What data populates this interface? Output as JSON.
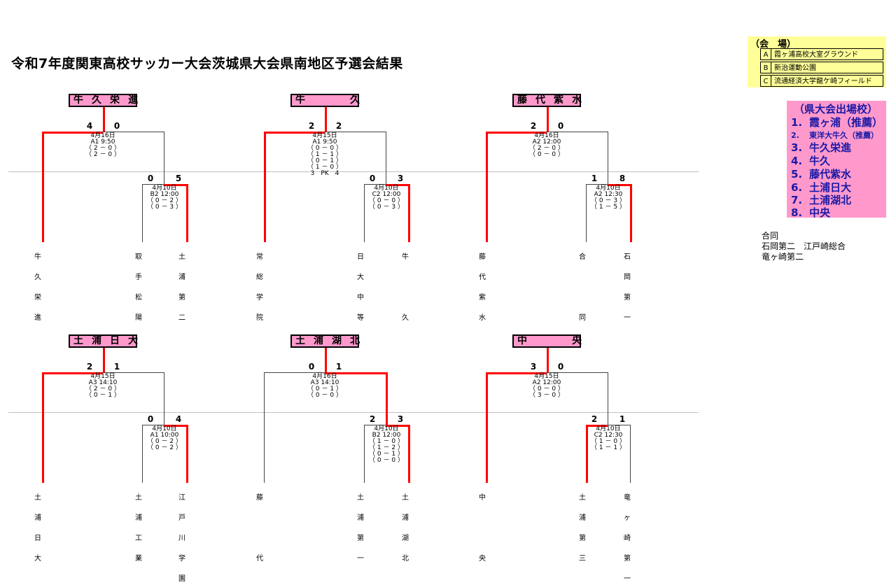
{
  "title": "令和7年度関東高校サッカー大会茨城県大会県南地区予選会結果",
  "venues": {
    "heading": "（会　場）",
    "rows": [
      {
        "code": "A",
        "name": "霞ヶ浦高校大室グラウンド"
      },
      {
        "code": "B",
        "name": "新治運動公園"
      },
      {
        "code": "C",
        "name": "流通経済大学龍ケ崎フィールド"
      }
    ]
  },
  "qualifiers": {
    "heading": "（県大会出場校）",
    "rows": [
      {
        "num": "1.",
        "name": "霞ヶ浦（推薦）"
      },
      {
        "num": "2.",
        "name": "東洋大牛久（推薦）"
      },
      {
        "num": "3.",
        "name": "牛久栄進"
      },
      {
        "num": "4.",
        "name": "牛久"
      },
      {
        "num": "5.",
        "name": "藤代紫水"
      },
      {
        "num": "6.",
        "name": "土浦日大"
      },
      {
        "num": "7.",
        "name": "土浦湖北"
      },
      {
        "num": "8.",
        "name": "中央"
      }
    ]
  },
  "joint_note": "合同\n石岡第二　江戸崎総合\n竜ヶ崎第二",
  "brackets": [
    {
      "winner": "牛久栄進",
      "final": {
        "left_score": "4",
        "right_score": "0",
        "info": "4月16日\nA1 9:50\n（ 2 － 0 ）\n（ 2 － 0 ）"
      },
      "semi": {
        "left_score": "0",
        "right_score": "5",
        "info": "4月10日\nB2 12:00\n（ 0 － 2 ）\n（ 0 － 3 ）"
      },
      "teams": [
        "牛久栄進",
        "取手松陽",
        "土浦第二"
      ]
    },
    {
      "winner": "牛　　久",
      "final": {
        "left_score": "2",
        "right_score": "2",
        "info": "4月15日\nA1 9:50\n（ 0 － 0 ）\n（ 1 － 1 ）\n（ 0 － 1 ）\n（ 1 － 0 ）\n3　PK　4"
      },
      "semi": {
        "left_score": "0",
        "right_score": "3",
        "info": "4月10日\nC2 12:00\n（ 0 － 0 ）\n（ 0 － 3 ）"
      },
      "teams": [
        "常総学院",
        "日大中等",
        "牛　　久"
      ]
    },
    {
      "winner": "藤代紫水",
      "final": {
        "left_score": "2",
        "right_score": "0",
        "info": "4月16日\nA2 12:00\n（ 2 － 0 ）\n（ 0 － 0 ）"
      },
      "semi": {
        "left_score": "1",
        "right_score": "8",
        "info": "4月10日\nA2 12:30\n（ 0 － 3 ）\n（ 1 － 5 ）"
      },
      "teams": [
        "藤代紫水",
        "合　　同",
        "石岡第一"
      ]
    },
    {
      "winner": "土浦日大",
      "final": {
        "left_score": "2",
        "right_score": "1",
        "info": "4月15日\nA3 14:10\n（ 2 － 0 ）\n（ 0 － 1 ）"
      },
      "semi": {
        "left_score": "0",
        "right_score": "4",
        "info": "4月10日\nA1 10:00\n（ 0 － 2 ）\n（ 0 － 2 ）"
      },
      "teams": [
        "土浦日大",
        "土浦工業",
        "江戸川学園"
      ]
    },
    {
      "winner": "土浦湖北",
      "final": {
        "left_score": "0",
        "right_score": "1",
        "info": "4月16日\nA3 14:10\n（ 0 － 1 ）\n（ 0 － 0 ）"
      },
      "semi": {
        "left_score": "2",
        "right_score": "3",
        "info": "4月10日\nB2 12:00\n（ 1 － 0 ）\n（ 1 － 2 ）\n（ 0 － 1 ）\n（ 0 － 0 ）"
      },
      "teams": [
        "藤　　代",
        "土浦第一",
        "土浦湖北"
      ]
    },
    {
      "winner": "中　　央",
      "final": {
        "left_score": "3",
        "right_score": "0",
        "info": "4月15日\nA2 12:00\n（ 0 － 0 ）\n（ 3 － 0 ）"
      },
      "semi": {
        "left_score": "2",
        "right_score": "1",
        "info": "4月10日\nC2 12:30\n（ 1 － 0 ）\n（ 1 － 1 ）"
      },
      "teams": [
        "中　　央",
        "土浦第三",
        "竜ヶ崎第一"
      ]
    }
  ]
}
